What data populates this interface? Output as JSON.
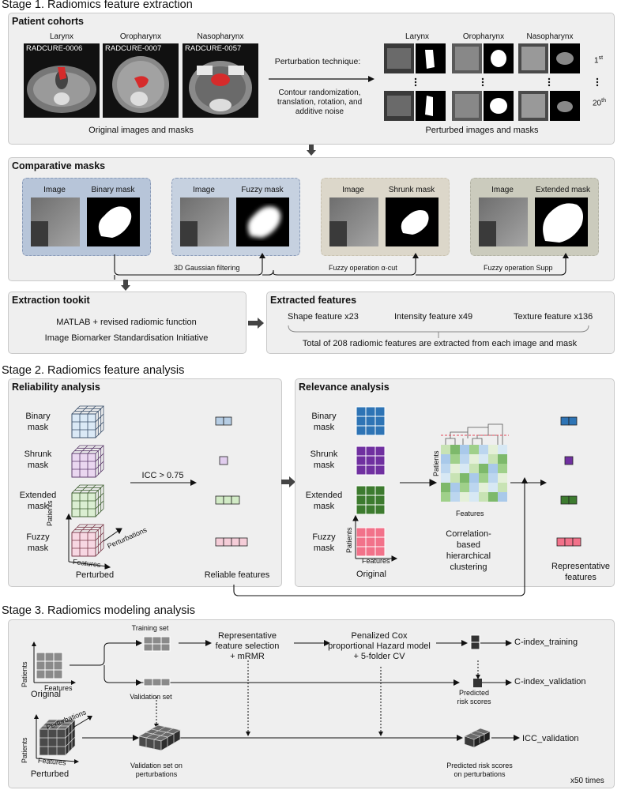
{
  "stages": [
    "Stage 1. Radiomics feature extraction",
    "Stage 2. Radiomics feature analysis",
    "Stage 3. Radiomics modeling analysis"
  ],
  "cohorts": {
    "title": "Patient cohorts",
    "sites": [
      "Larynx",
      "Oropharynx",
      "Nasopharynx"
    ],
    "ids": [
      "RADCURE-0006",
      "RADCURE-0007",
      "RADCURE-0057"
    ],
    "original_caption": "Original images and masks",
    "perturbation_title": "Perturbation technique:",
    "perturbation_detail": [
      "Contour randomization,",
      "translation, rotation, and",
      "additive noise"
    ],
    "perturbed_caption": "Perturbed images and masks",
    "first": "1",
    "first_sup": "st",
    "last": "20",
    "last_sup": "th"
  },
  "comparative": {
    "title": "Comparative masks",
    "image_label": "Image",
    "masks": [
      "Binary mask",
      "Fuzzy mask",
      "Shrunk mask",
      "Extended mask"
    ],
    "ops": [
      "3D Gaussian filtering",
      "Fuzzy operation α-cut",
      "Fuzzy operation Supp"
    ]
  },
  "toolkit": {
    "title": "Extraction tookit",
    "line1": "MATLAB + revised radiomic function",
    "line2": "Image Biomarker Standardisation Initiative"
  },
  "features": {
    "title": "Extracted features",
    "shape": "Shape feature x23",
    "intensity": "Intensity feature x49",
    "texture": "Texture feature x136",
    "total": "Total of 208 radiomic features are extracted from each image and mask"
  },
  "reliability": {
    "title": "Reliability analysis",
    "masks": [
      [
        "Binary",
        "mask"
      ],
      [
        "Shrunk",
        "mask"
      ],
      [
        "Extended",
        "mask"
      ],
      [
        "Fuzzy",
        "mask"
      ]
    ],
    "threshold": "ICC > 0.75",
    "result": "Reliable features",
    "perturbed": "Perturbed",
    "axis_patients": "Patients",
    "axis_features": "Features",
    "axis_perturbations": "Perturbations"
  },
  "relevance": {
    "title": "Relevance analysis",
    "masks": [
      [
        "Binary",
        "mask"
      ],
      [
        "Shrunk",
        "mask"
      ],
      [
        "Extended",
        "mask"
      ],
      [
        "Fuzzy",
        "mask"
      ]
    ],
    "original": "Original",
    "clustering": [
      "Correlation-",
      "based",
      "hierarchical",
      "clustering"
    ],
    "heatmap_patients": "Patients",
    "heatmap_features": "Features",
    "result": [
      "Representative",
      "features"
    ],
    "axis_patients": "Patients",
    "axis_features": "Features"
  },
  "modeling": {
    "training_set": "Training set",
    "validation_set": "Validation set",
    "original": "Original",
    "perturbed": "Perturbed",
    "selection": [
      "Representative",
      "feature selection",
      "+ mRMR"
    ],
    "cox": [
      "Penalized Cox",
      "proportional Hazard model",
      "+ 5-folder CV"
    ],
    "c_train": "C-index_training",
    "c_val": "C-index_validation",
    "pred_risk": [
      "Predicted",
      "risk scores"
    ],
    "val_perturb": [
      "Validation set on",
      "perturbations"
    ],
    "pred_risk_perturb": [
      "Predicted risk scores",
      "on perturbations"
    ],
    "icc_val": "ICC_validation",
    "times": "x50 times",
    "axis_patients": "Patients",
    "axis_features": "Features",
    "axis_perturbations": "Perturbations"
  }
}
